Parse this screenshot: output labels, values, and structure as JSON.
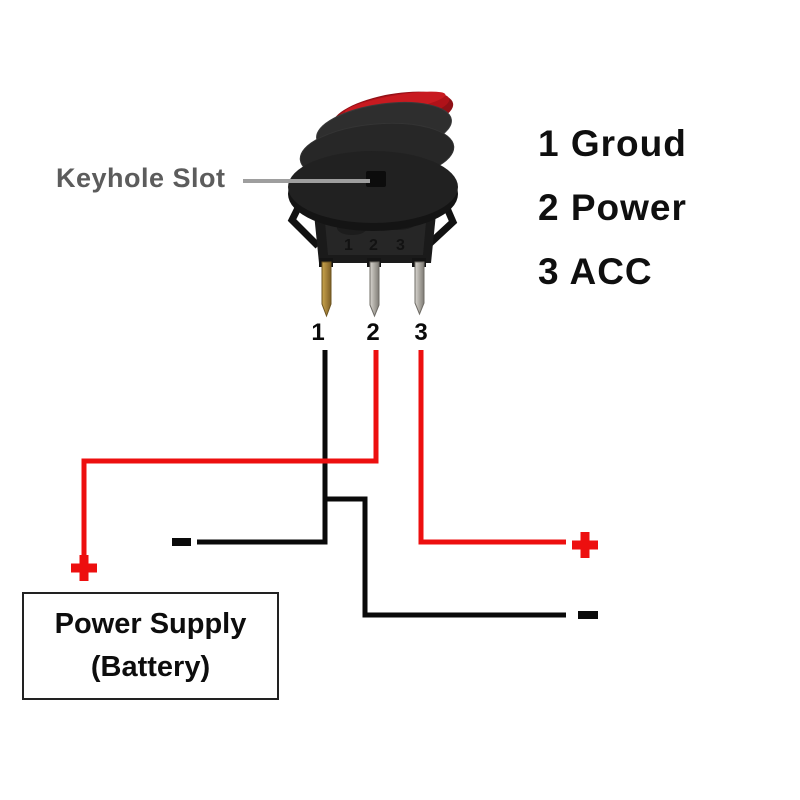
{
  "colors": {
    "background": "#ffffff",
    "wire_red": "#ed0f0f",
    "wire_black": "#0a0a0a",
    "keyhole_label_gray": "#5c5c5c",
    "pointer_line_gray": "#9e9e9e",
    "rocker_red": "#a8121a",
    "legend_text": "#0f0f0f"
  },
  "switch_area": {
    "keyhole_label": "Keyhole Slot",
    "molded_numbers": [
      "1",
      "2",
      "3"
    ],
    "pin_labels": [
      "1",
      "2",
      "3"
    ]
  },
  "legend": {
    "items": [
      {
        "text": "1 Groud"
      },
      {
        "text": "2 Power"
      },
      {
        "text": "3 ACC"
      }
    ]
  },
  "battery_box": {
    "line1": "Power Supply",
    "line2": "(Battery)"
  },
  "terminals": {
    "battery_positive": "+",
    "battery_negative": "-",
    "acc_positive": "+",
    "acc_negative": "-"
  }
}
